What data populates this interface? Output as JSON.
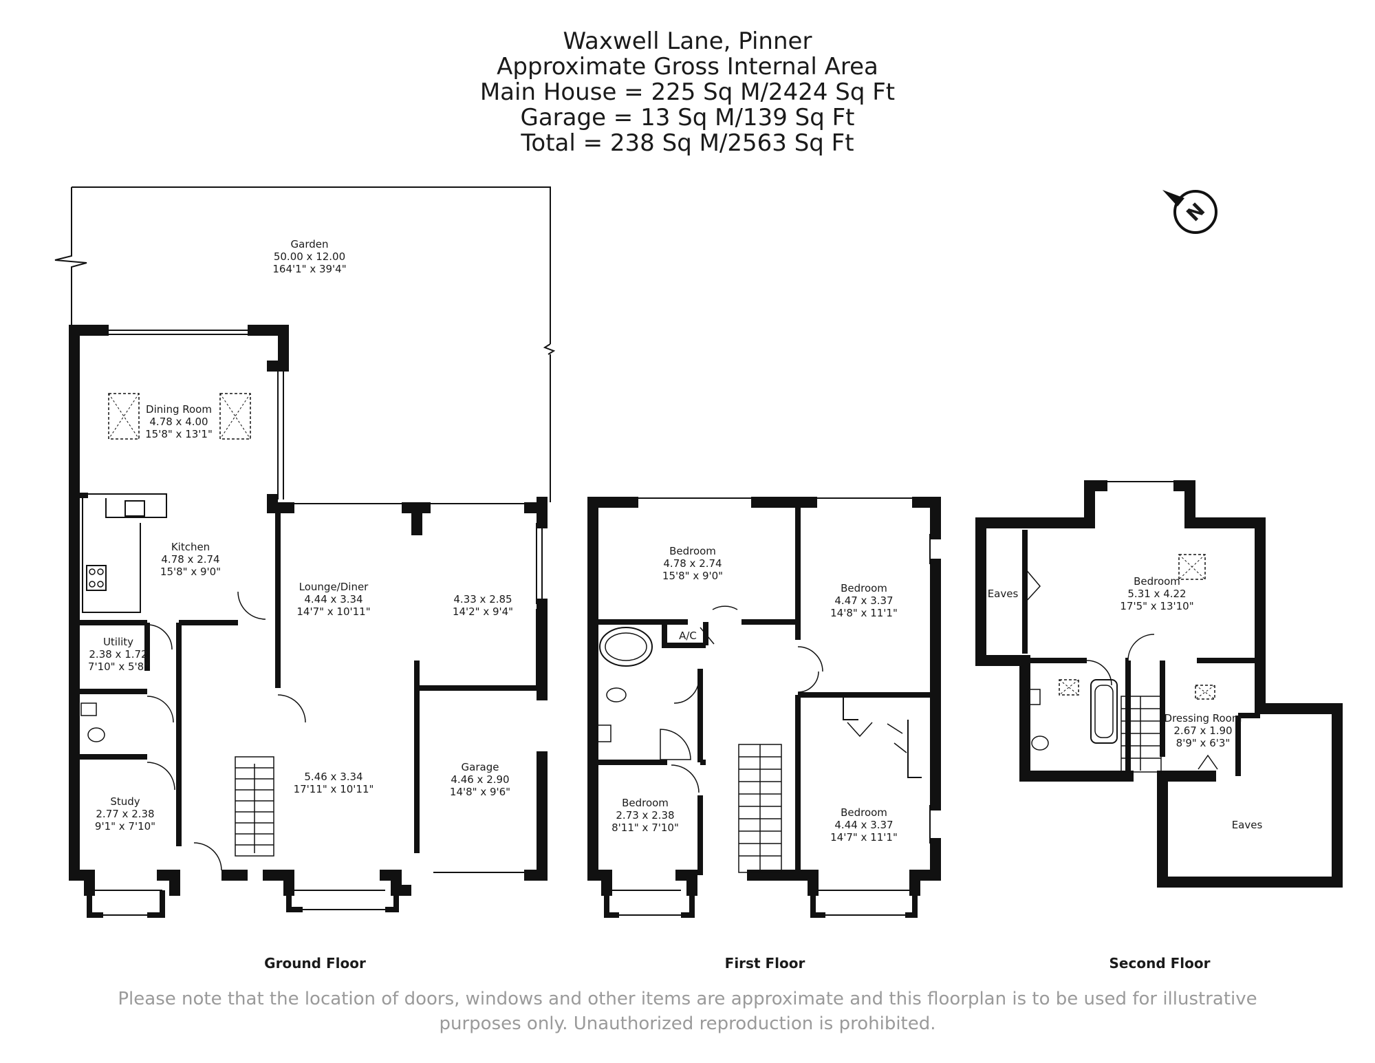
{
  "header": {
    "line1": "Waxwell Lane, Pinner",
    "line2": "Approximate Gross Internal Area",
    "line3": "Main House = 225 Sq M/2424 Sq Ft",
    "line4": "Garage = 13 Sq M/139 Sq Ft",
    "line5": "Total = 238 Sq M/2563 Sq Ft"
  },
  "compass": {
    "letter": "N"
  },
  "ground_floor": {
    "label": "Ground Floor",
    "rooms": {
      "garden": {
        "name": "Garden",
        "metric": "50.00 x 12.00",
        "imperial": "164'1\" x 39'4\""
      },
      "dining": {
        "name": "Dining Room",
        "metric": "4.78 x 4.00",
        "imperial": "15'8\" x 13'1\""
      },
      "kitchen": {
        "name": "Kitchen",
        "metric": "4.78 x 2.74",
        "imperial": "15'8\" x 9'0\""
      },
      "lounge": {
        "name": "Lounge/Diner",
        "metric": "4.44 x 3.34",
        "imperial": "14'7\" x 10'11\""
      },
      "lounge_side": {
        "metric": "4.33 x 2.85",
        "imperial": "14'2\" x 9'4\""
      },
      "utility": {
        "name": "Utility",
        "metric": "2.38 x 1.72",
        "imperial": "7'10\" x 5'8\""
      },
      "lounge_front": {
        "metric": "5.46 x 3.34",
        "imperial": "17'11\" x 10'11\""
      },
      "garage": {
        "name": "Garage",
        "metric": "4.46 x 2.90",
        "imperial": "14'8\" x 9'6\""
      },
      "study": {
        "name": "Study",
        "metric": "2.77 x 2.38",
        "imperial": "9'1\" x 7'10\""
      }
    }
  },
  "first_floor": {
    "label": "First Floor",
    "rooms": {
      "bed1": {
        "name": "Bedroom",
        "metric": "4.78 x 2.74",
        "imperial": "15'8\" x 9'0\""
      },
      "bed2": {
        "name": "Bedroom",
        "metric": "4.47 x 3.37",
        "imperial": "14'8\" x 11'1\""
      },
      "ac": {
        "name": "A/C"
      },
      "bed3": {
        "name": "Bedroom",
        "metric": "2.73 x 2.38",
        "imperial": "8'11\" x 7'10\""
      },
      "bed4": {
        "name": "Bedroom",
        "metric": "4.44 x 3.37",
        "imperial": "14'7\" x 11'1\""
      }
    }
  },
  "second_floor": {
    "label": "Second Floor",
    "rooms": {
      "eaves1": {
        "name": "Eaves"
      },
      "bed5": {
        "name": "Bedroom",
        "metric": "5.31 x 4.22",
        "imperial": "17'5\" x 13'10\""
      },
      "dressing": {
        "name": "Dressing Room",
        "metric": "2.67 x 1.90",
        "imperial": "8'9\" x 6'3\""
      },
      "eaves2": {
        "name": "Eaves"
      }
    }
  },
  "disclaimer": {
    "line1": "Please note that the location of doors, windows and other items are approximate and this floorplan is to be used for illustrative",
    "line2": "purposes only. Unauthorized reproduction is prohibited."
  }
}
